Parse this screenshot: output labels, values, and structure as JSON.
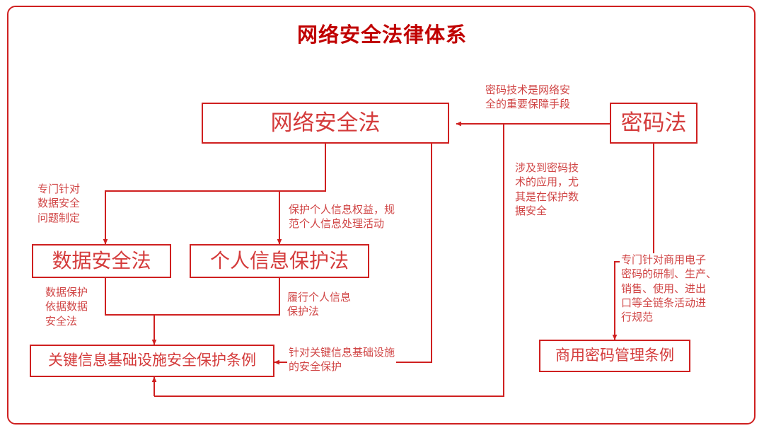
{
  "title": "网络安全法律体系",
  "theme": {
    "border_color": "#cf2020",
    "title_color": "#c00000",
    "node_text_color": "#d43b3b",
    "label_color": "#d04545",
    "line_color": "#cf2020",
    "background": "#ffffff"
  },
  "nodes": {
    "cybersecurity_law": "网络安全法",
    "cryptography_law": "密码法",
    "data_security_law": "数据安全法",
    "personal_info_protection_law": "个人信息保护法",
    "cii_security_regulation": "关键信息基础设施安全保护条例",
    "commercial_crypto_regulation": "商用密码管理条例"
  },
  "edge_labels": {
    "crypto_to_cyber": "密码技术是网络安\n全的重要保障手段",
    "crypto_to_data": "涉及到密码技\n术的应用，尤\n其是在保护数\n据安全",
    "cyber_to_data": "专门针对\n数据安全\n问题制定",
    "cyber_to_pipl": "保护个人信息权益，规\n范个人信息处理活动",
    "data_to_cii": "数据保护\n依据数据\n安全法",
    "pipl_to_cii": "履行个人信息\n保护法",
    "cyber_to_cii": "针对关键信息基础设施\n的安全保护",
    "crypto_to_commercial": "专门针对商用电子\n密码的研制、生产、\n销售、使用、进出\n口等全链条活动进\n行规范"
  }
}
